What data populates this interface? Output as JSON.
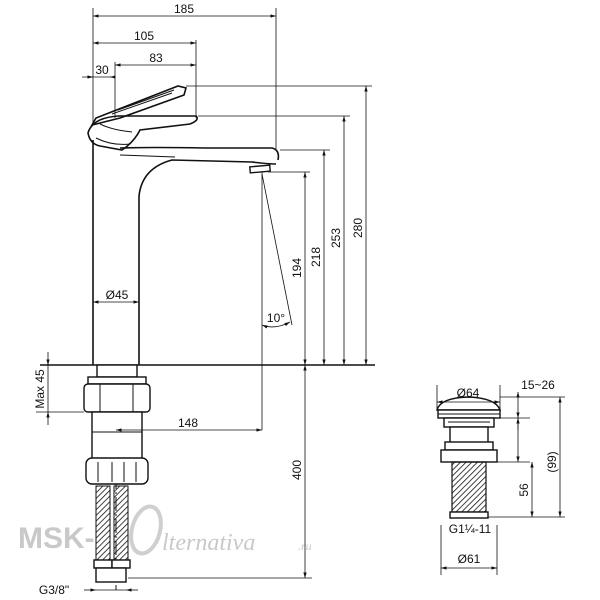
{
  "dimensions": {
    "width_total": "185",
    "width_handle": "105",
    "width_lever": "83",
    "offset": "30",
    "body_diameter": "Ø45",
    "spout_reach": "148",
    "angle": "10°",
    "height_194": "194",
    "height_218": "218",
    "height_253": "253",
    "height_280": "280",
    "max_thickness": "Max 45",
    "hose_length": "400",
    "hose_thread": "G3/8\"",
    "drain_top_diameter": "Ø64",
    "drain_range": "15~26",
    "drain_height_99": "(99)",
    "drain_height_56": "56",
    "drain_thread": "G1¼-11",
    "drain_bottom_diameter": "Ø61"
  },
  "watermark": {
    "brand_prefix": "MSK-",
    "brand_suffix": "lternativa",
    "brand_tld": ".ru"
  }
}
